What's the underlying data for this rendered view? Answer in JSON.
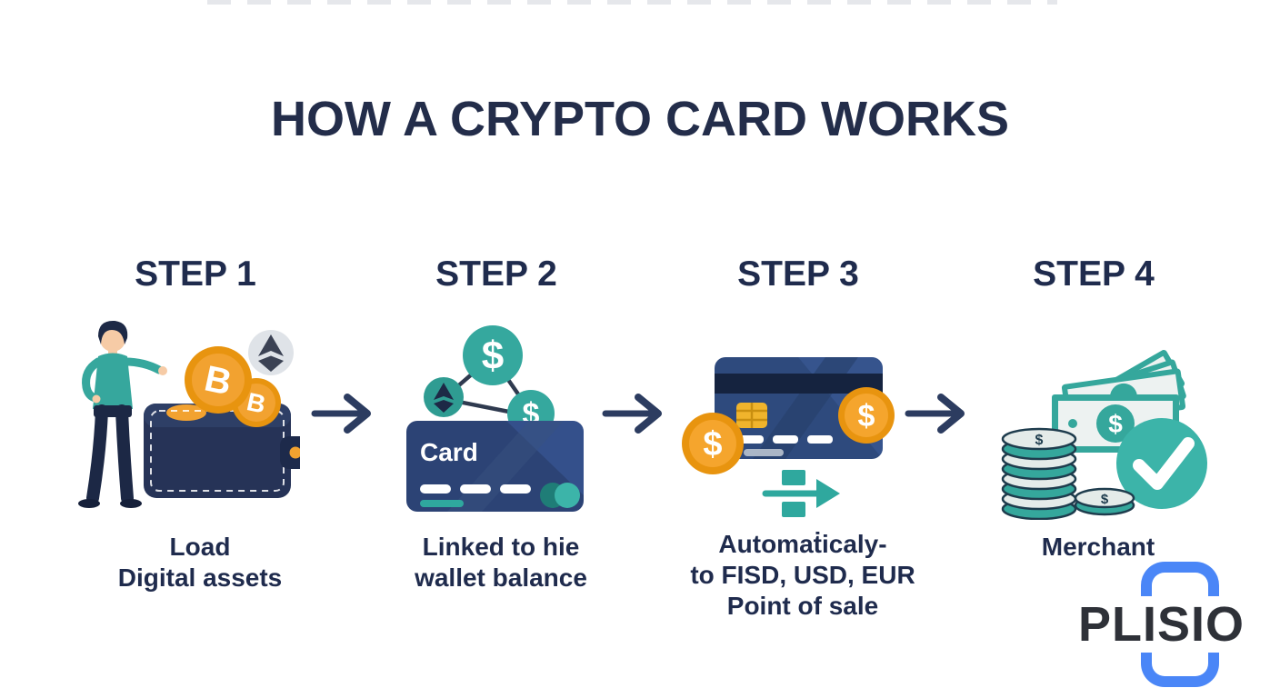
{
  "page": {
    "background": "#ffffff"
  },
  "title": "HOW A CRYPTO CARD WORKS",
  "steps": [
    {
      "label": "STEP 1",
      "caption_lines": [
        "Load",
        "Digital assets"
      ],
      "illustration": "person-loading-crypto-into-wallet"
    },
    {
      "label": "STEP 2",
      "card_label": "Card",
      "caption_lines": [
        "Linked to hie",
        "wallet balance"
      ],
      "illustration": "card-linked-to-crypto-balances"
    },
    {
      "label": "STEP 3",
      "caption_lines": [
        "Automaṫicaly-",
        "to FISD, USD, EUR",
        "Point of sale"
      ],
      "illustration": "card-converts-crypto-at-point-of-sale"
    },
    {
      "label": "STEP 4",
      "caption_lines": [
        "Merchant"
      ],
      "illustration": "merchant-receives-cash-confirmed"
    }
  ],
  "symbols": {
    "dollar": "$",
    "bitcoin": "B"
  },
  "brand": {
    "logo_text": "PLISIO",
    "logo_accent_color": "#4a86f7",
    "logo_text_color": "#2e3138"
  },
  "colors": {
    "heading": "#232d4a",
    "teal": "#35a89e",
    "teal_dark": "#1f7d77",
    "orange": "#f2a230",
    "orange_dark": "#e8940f",
    "card_navy": "#2c4375",
    "stripe_navy": "#15233f",
    "wallet_navy": "#263357",
    "arrow_navy": "#2c3c60",
    "chip_gold": "#f0b42c"
  }
}
